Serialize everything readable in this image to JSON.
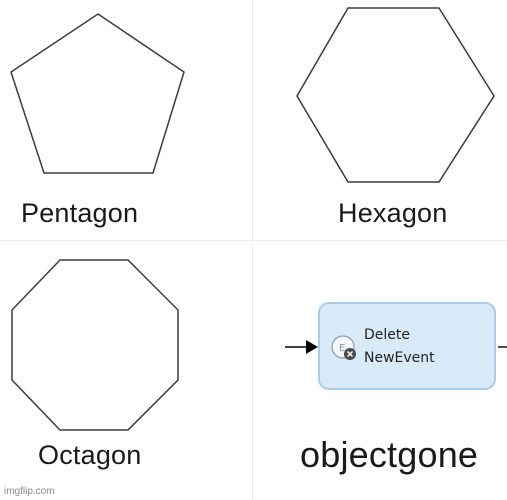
{
  "captions": {
    "pentagon": "Pentagon",
    "hexagon": "Hexagon",
    "octagon": "Octagon",
    "object": "objectgone"
  },
  "node": {
    "line1": "Delete",
    "line2": "NewEvent",
    "icon_name": "delete-event-icon",
    "fill": "#d8eaf7",
    "border": "#a9cde8"
  },
  "watermark": "imgflip.com"
}
